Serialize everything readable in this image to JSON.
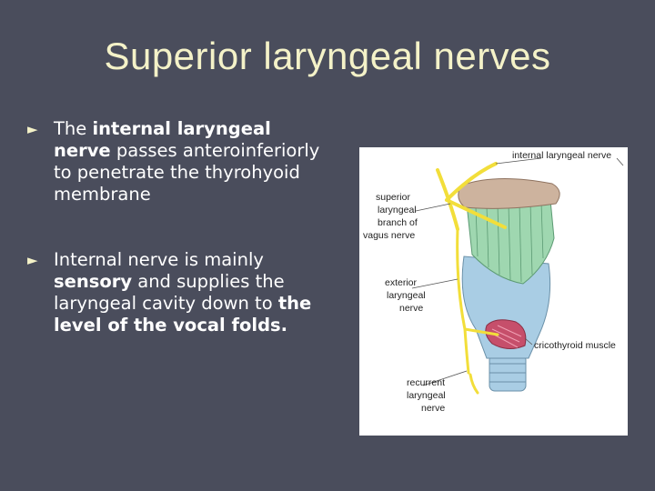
{
  "slide": {
    "title": "Superior laryngeal nerves",
    "bullets": [
      {
        "parts": [
          {
            "text": "The ",
            "bold": false
          },
          {
            "text": "internal laryngeal nerve",
            "bold": true
          },
          {
            "text": " passes anteroinferiorly to penetrate the thyrohyoid membrane",
            "bold": false
          }
        ]
      },
      {
        "parts": [
          {
            "text": "Internal nerve is mainly ",
            "bold": false
          },
          {
            "text": "sensory",
            "bold": true
          },
          {
            "text": " and supplies the laryngeal cavity down to ",
            "bold": false
          },
          {
            "text": "the level of the vocal folds.",
            "bold": true
          }
        ]
      }
    ],
    "bullet_icon": "triangle-right-icon"
  },
  "figure": {
    "labels": {
      "internal": "internal laryngeal nerve",
      "superior": [
        "superior",
        "laryngeal",
        "branch of",
        "vagus nerve"
      ],
      "exterior": [
        "exterior",
        "laryngeal",
        "nerve"
      ],
      "cricothyroid": "cricothyroid muscle",
      "recurrent": [
        "recurrent",
        "laryngeal",
        "nerve"
      ]
    }
  },
  "colors": {
    "background": "#4a4d5c",
    "title": "#f4f2c8",
    "text": "#ffffff",
    "nerve": "#f2de3a",
    "cartilage_green": "#9fd7b0",
    "cartilage_blue": "#a9cde4",
    "muscle": "#c64f6b"
  }
}
